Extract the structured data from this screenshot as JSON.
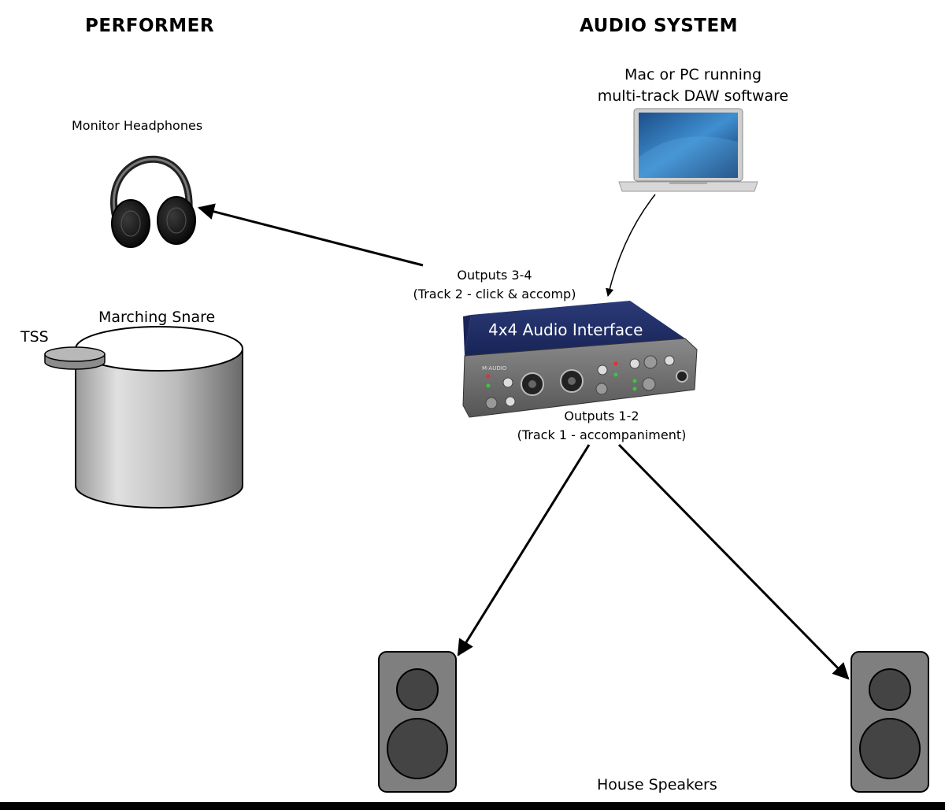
{
  "headings": {
    "performer": "PERFORMER",
    "audio_system": "AUDIO SYSTEM"
  },
  "computer": {
    "line1": "Mac or PC running",
    "line2": "multi-track DAW software"
  },
  "headphones": {
    "label": "Monitor Headphones"
  },
  "outputs_3_4": {
    "line1": "Outputs 3-4",
    "line2": "(Track 2 - click & accomp)"
  },
  "snare": {
    "label": "Marching Snare"
  },
  "tss": {
    "label": "TSS"
  },
  "interface": {
    "label": "4x4 Audio Interface",
    "brand": "M-AUDIO"
  },
  "outputs_1_2": {
    "line1": "Outputs 1-2",
    "line2": "(Track 1 - accompaniment)"
  },
  "speakers": {
    "label": "House Speakers"
  }
}
